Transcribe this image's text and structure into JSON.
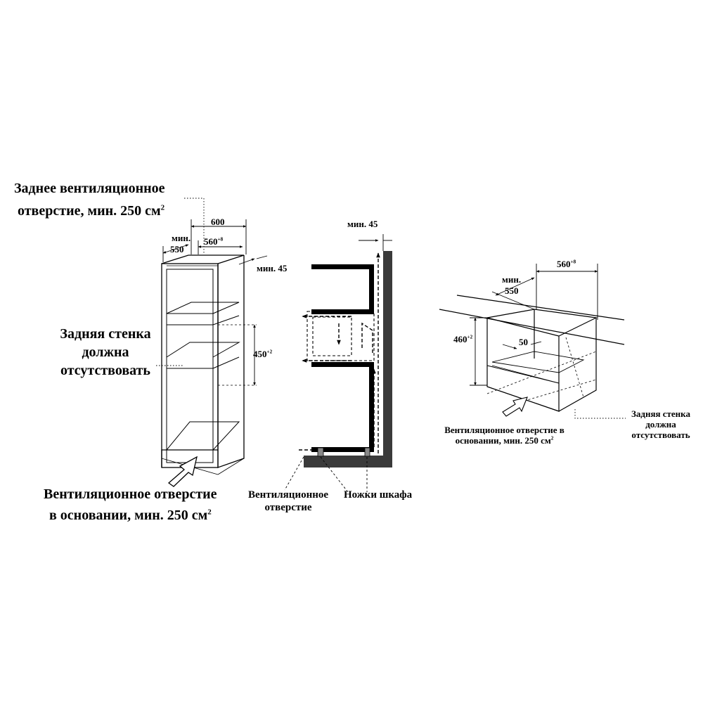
{
  "left_diagram": {
    "rear_vent_label": {
      "line1": "Заднее вентиляционное",
      "line2": "отверстие, мин. 250 см",
      "sup": "2"
    },
    "rear_wall_label": {
      "line1": "Задняя стенка",
      "line2": "должна",
      "line3": "отсутствовать"
    },
    "base_vent_label": {
      "line1": "Вентиляционное отверстие",
      "line2": "в основании, мин. 250 см",
      "sup": "2"
    },
    "dims": {
      "min_prefix": "мин.",
      "min_depth": "550",
      "outer_width": "600",
      "inner_width": "560",
      "inner_width_tol": "+8",
      "min_gap": "мин. 45",
      "niche_height": "450",
      "niche_height_tol": "+2"
    }
  },
  "middle_diagram": {
    "min_gap": "мин. 45",
    "vent_label": {
      "line1": "Вентиляционное",
      "line2": "отверстие"
    },
    "feet_label": "Ножки шкафа"
  },
  "right_diagram": {
    "dims": {
      "min_prefix": "мин.",
      "min_depth": "550",
      "width": "560",
      "width_tol": "+8",
      "height": "460",
      "height_tol": "+2",
      "gap": "50"
    },
    "base_vent_label": {
      "line1": "Вентиляционное отверстие в",
      "line2": "основании, мин. 250 см",
      "sup": "2"
    },
    "rear_wall_label": {
      "line1": "Задняя стенка",
      "line2": "должна",
      "line3": "отсутствовать"
    }
  }
}
